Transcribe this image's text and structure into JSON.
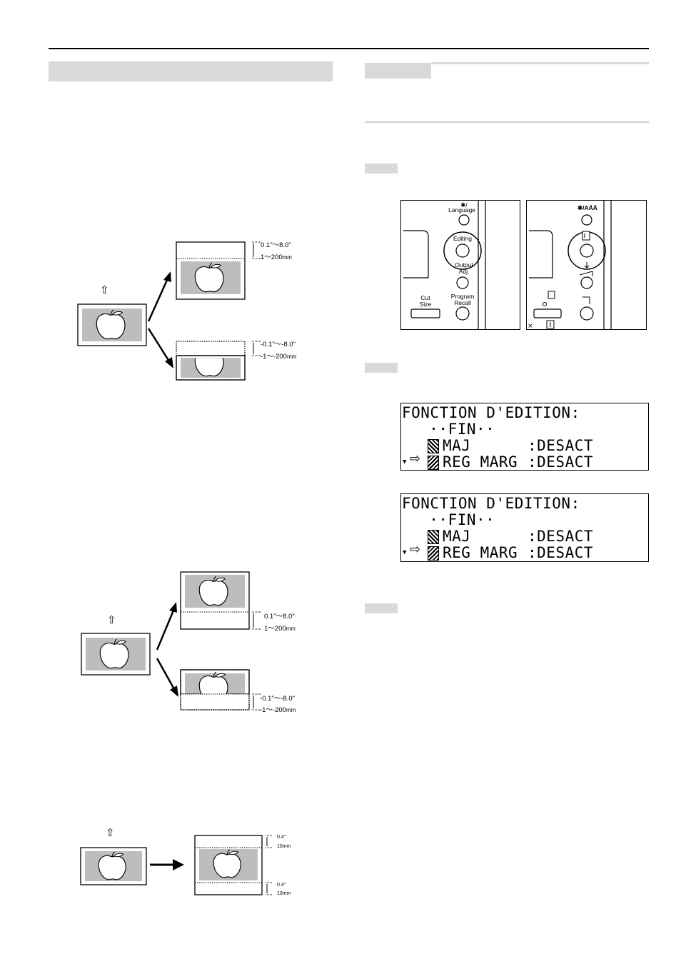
{
  "header": {},
  "diagrams": {
    "orig_arrow": "⇧",
    "dim_pos_in": "0.1\"～8.0\"",
    "dim_pos_mm_num": "1～200",
    "dim_neg_in": "-0.1\"～-8.0\"",
    "dim_neg_mm_num": "-1～-200",
    "mm_unit": "mm",
    "small_in": "0.4\"",
    "small_mm": "10mm"
  },
  "panels": {
    "left": {
      "language": "Language",
      "language_symbol": "✱/",
      "editing": "Editing",
      "output_adj": "Output\nAdj.",
      "cut_size": "Cut\nSize",
      "program_recall": "Program\nRecall"
    },
    "right": {
      "language_symbol": "✱/AÄÄ"
    }
  },
  "lcd1": {
    "line1": "FONCTION D'EDITION:",
    "line2": "  ··FIN··",
    "line3_name": "MAJ",
    "line3_value": ":DESACT",
    "line4_name": "REG MARG",
    "line4_value": ":DESACT"
  },
  "lcd2": {
    "line1": "FONCTION D'EDITION:",
    "line2": "  ··FIN··",
    "line3_name": "MAJ",
    "line3_value": ":DESACT",
    "line4_name": "REG MARG",
    "line4_value": ":DESACT"
  },
  "icons": [
    "apple-illustration-icon",
    "arrow-up-outline-icon",
    "cursor-arrow-icon",
    "scroll-down-icon",
    "shift-mode-icon",
    "margin-mode-icon"
  ]
}
